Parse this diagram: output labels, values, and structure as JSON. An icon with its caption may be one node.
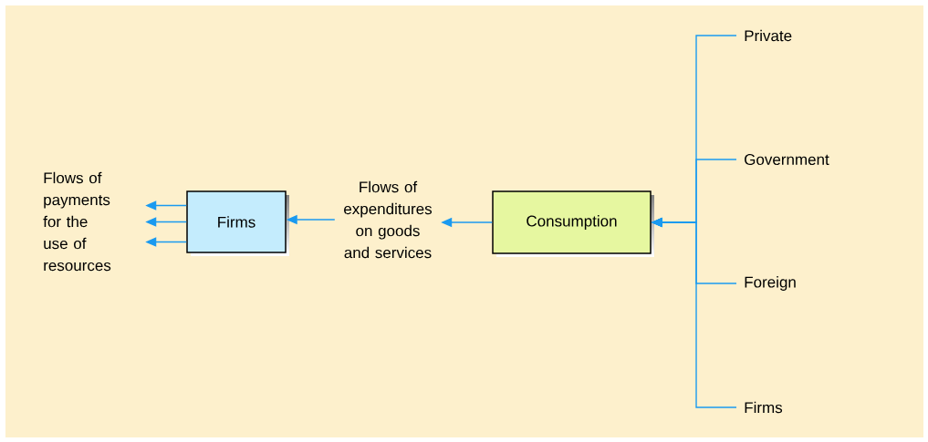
{
  "diagram": {
    "nodes": [
      {
        "text": [
          "Flows of payments for the use of resources"
        ]
      },
      {
        "text": [
          "Firms"
        ]
      },
      {
        "text": [
          "Flows of expenditures on goods and services"
        ]
      },
      {
        "text": [
          "Consumption"
        ]
      },
      {
        "text": [
          "Private"
        ]
      },
      {
        "text": [
          "Government"
        ]
      },
      {
        "text": [
          "Foreign"
        ]
      },
      {
        "text": [
          "Firms"
        ]
      }
    ],
    "edges": [
      {
        "from": 1,
        "to": 0,
        "arrow": "to"
      },
      {
        "from": 1,
        "to": 0,
        "arrow": "to"
      },
      {
        "from": 1,
        "to": 0,
        "arrow": "to"
      },
      {
        "from": 2,
        "to": 1,
        "arrow": "to"
      },
      {
        "from": 3,
        "to": 2,
        "arrow": "to"
      },
      {
        "from": 4,
        "to": 3,
        "arrow": "to"
      },
      {
        "from": 5,
        "to": 3,
        "arrow": "to"
      },
      {
        "from": 6,
        "to": 3,
        "arrow": "to"
      },
      {
        "from": 7,
        "to": 3,
        "arrow": "to"
      }
    ]
  }
}
